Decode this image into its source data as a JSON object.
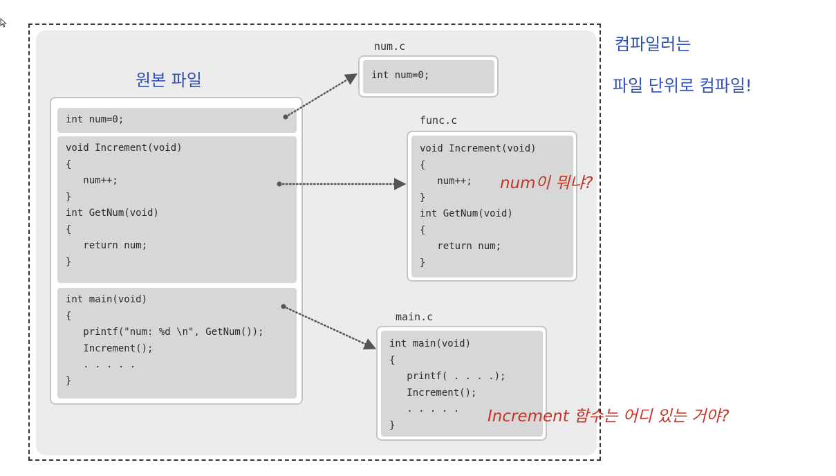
{
  "title_original": "원본 파일",
  "original": {
    "block1": "int num=0;",
    "block2": "void Increment(void)\n{\n   num++;\n}\nint GetNum(void)\n{\n   return num;\n}",
    "block3": "int main(void)\n{\n   printf(\"num: %d \\n\", GetNum());\n   Increment();\n   . . . . .\n}"
  },
  "num_c": {
    "filename": "num.c",
    "code": "int num=0;"
  },
  "func_c": {
    "filename": "func.c",
    "code": "void Increment(void)\n{\n   num++;\n}\nint GetNum(void)\n{\n   return num;\n}"
  },
  "main_c": {
    "filename": "main.c",
    "code": "int main(void)\n{\n   printf( . . . .);\n   Increment();\n   . . . . .\n}"
  },
  "notes": {
    "compile_line1": "컴파일러는",
    "compile_line2": "파일 단위로 컴파일!",
    "num_question": "num이 뭐냐?",
    "increment_question": "Increment 함수는 어디 있는 거야?"
  },
  "colors": {
    "note_blue": "#2e4fb5",
    "note_red": "#c23425",
    "block_gray": "#d7d7d7",
    "canvas_gray": "#ececec"
  }
}
